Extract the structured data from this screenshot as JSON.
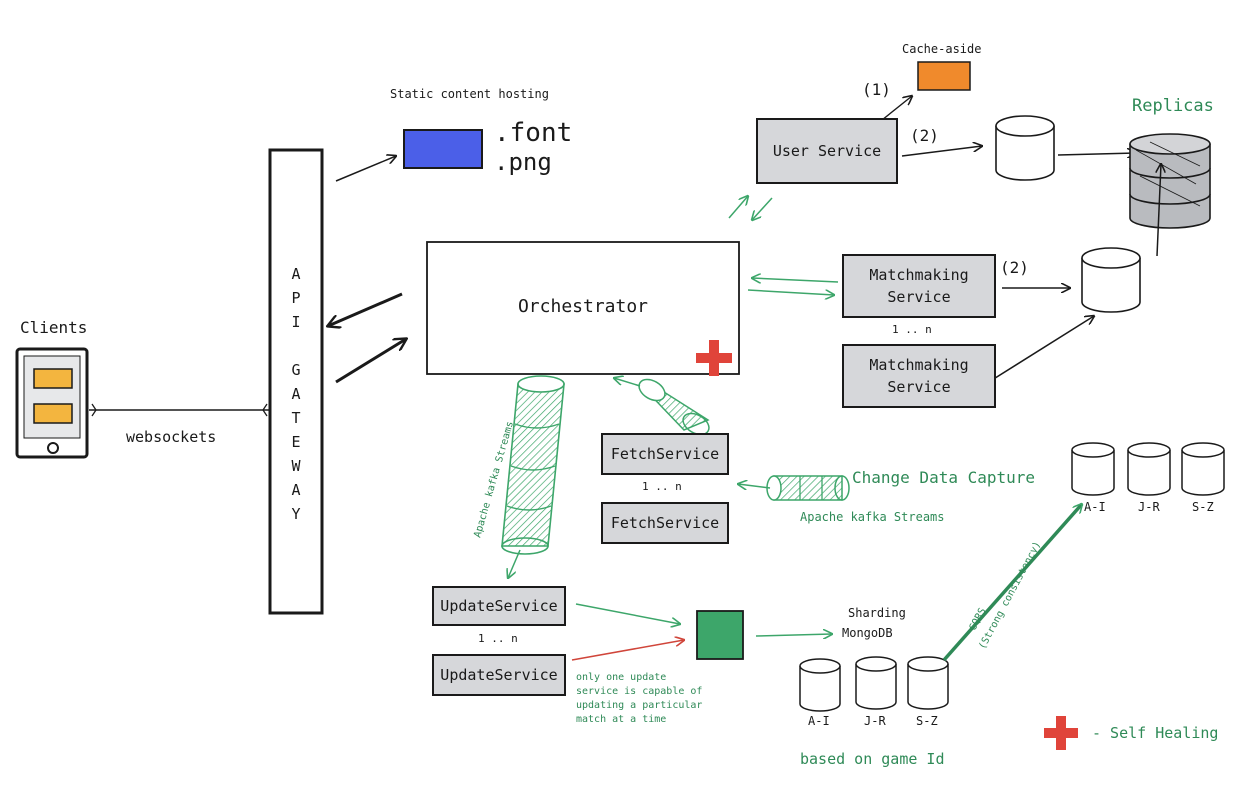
{
  "labels": {
    "clients": "Clients",
    "websockets": "websockets",
    "api_gateway": [
      "A",
      "P",
      "I",
      "",
      "G",
      "A",
      "T",
      "E",
      "W",
      "A",
      "Y"
    ],
    "static_hosting": "Static content hosting",
    "font_ext": ".font",
    "png_ext": ".png",
    "orchestrator": "Orchestrator",
    "user_service": "User Service",
    "cache_aside": "Cache-aside",
    "step_1": "(1)",
    "step_2a": "(2)",
    "step_2b": "(2)",
    "replicas": "Replicas",
    "matchmaking_1": "Matchmaking Service",
    "matchmaking_2": "Matchmaking Service",
    "matchmaking_range": "1 .. n",
    "fetch_1": "FetchService",
    "fetch_2": "FetchService",
    "fetch_range": "1 .. n",
    "update_1": "UpdateService",
    "update_2": "UpdateService",
    "update_range": "1 .. n",
    "kafka_left": "Apache kafka Streams",
    "kafka_right": "Apache kafka Streams",
    "cdc": "Change Data Capture",
    "sharding": "Sharding",
    "mongodb": "MongoDB",
    "shard_bottom": [
      "A-I",
      "J-R",
      "S-Z"
    ],
    "shard_top": [
      "A-I",
      "J-R",
      "S-Z"
    ],
    "cqrs": "CQRS",
    "cqrs_note": "(Strong consistency)",
    "update_note": [
      "only one update",
      "service is capable of",
      "updating a particular",
      "match at a time"
    ],
    "game_id": "based on game Id",
    "self_healing": "- Self Healing"
  },
  "colors": {
    "service_fill": "#d6d7da",
    "cache_orange": "#f08a2c",
    "static_blue": "#4b5fe8",
    "queue_green": "#3da66a",
    "green_text": "#2f8a57",
    "self_heal_red": "#e0443a",
    "note_red": "#c0392b"
  },
  "icons": [
    "phone-icon",
    "database-icon",
    "replica-stack-icon",
    "self-healing-cross-icon",
    "kafka-stream-icon",
    "queue-icon"
  ]
}
